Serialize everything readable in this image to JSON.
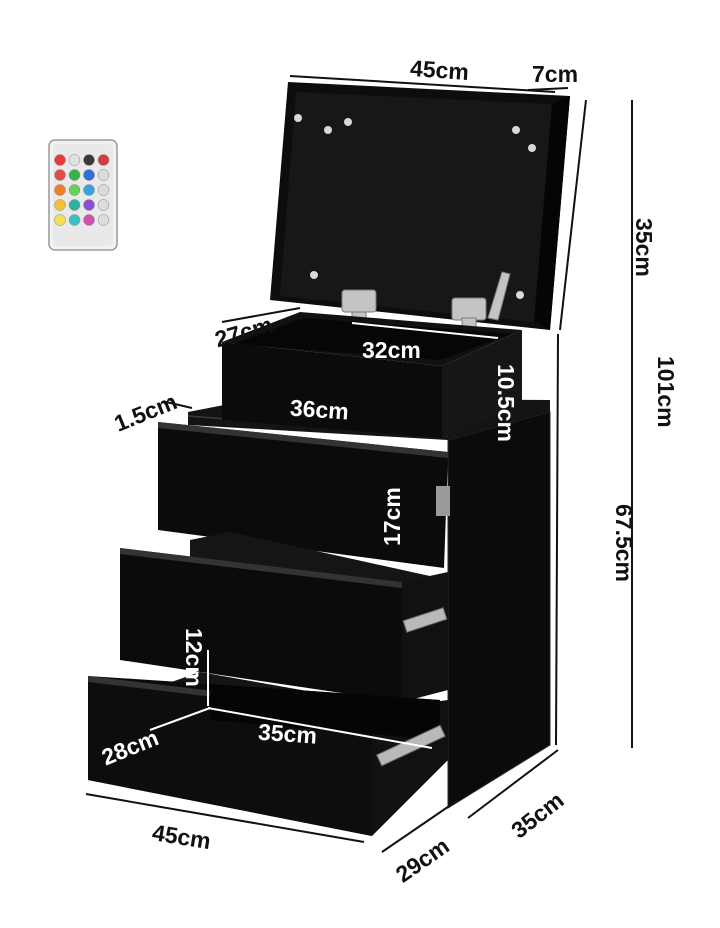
{
  "product": {
    "colors": {
      "body": "#0b0b0b",
      "panel": "#181818",
      "edge": "#2c2c2c",
      "metal": "#b9b9b9",
      "background": "#ffffff"
    }
  },
  "remote": {
    "button_colors": [
      "#e63b3b",
      "#e0e0e0",
      "#3a3a3a",
      "#d04040",
      "#e24b4b",
      "#39b34a",
      "#2f6fd6",
      "#dcdcdc",
      "#f07f2a",
      "#6bcf5b",
      "#3aa0e0",
      "#dcdcdc",
      "#f2c230",
      "#2fb0a0",
      "#8a4fd6",
      "#dcdcdc",
      "#f4e04d",
      "#3ac0c0",
      "#d04fb0",
      "#dcdcdc"
    ]
  },
  "dimensions": {
    "lid_width": "45cm",
    "lid_depth": "7cm",
    "lid_height": "35cm",
    "total_height": "101cm",
    "cabinet_height": "67.5cm",
    "tray_width": "27cm",
    "tray_inner_width": "32cm",
    "tray_height": "10.5cm",
    "top_thickness": "1.5cm",
    "top_drawer_width": "36cm",
    "top_drawer_height": "17cm",
    "bottom_drawer_depth_height": "12cm",
    "bottom_drawer_inner_depth": "28cm",
    "bottom_drawer_inner_width": "35cm",
    "base_width": "45cm",
    "base_depth_left": "29cm",
    "base_depth_right": "35cm"
  }
}
